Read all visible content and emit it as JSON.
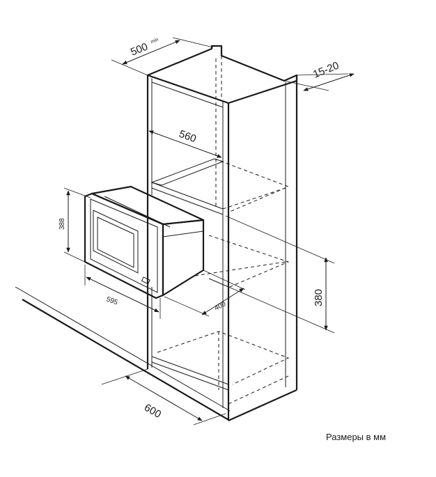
{
  "dimensions": {
    "depth_min": "500",
    "depth_min_suffix": "min",
    "gap": "15-20",
    "inner_width": "560",
    "appliance_height": "388",
    "appliance_width": "595",
    "appliance_depth": "400",
    "niche_height": "380",
    "cabinet_width": "600"
  },
  "caption": "Размеры в мм",
  "colors": {
    "line": "#1a1a1a",
    "background": "#ffffff"
  }
}
